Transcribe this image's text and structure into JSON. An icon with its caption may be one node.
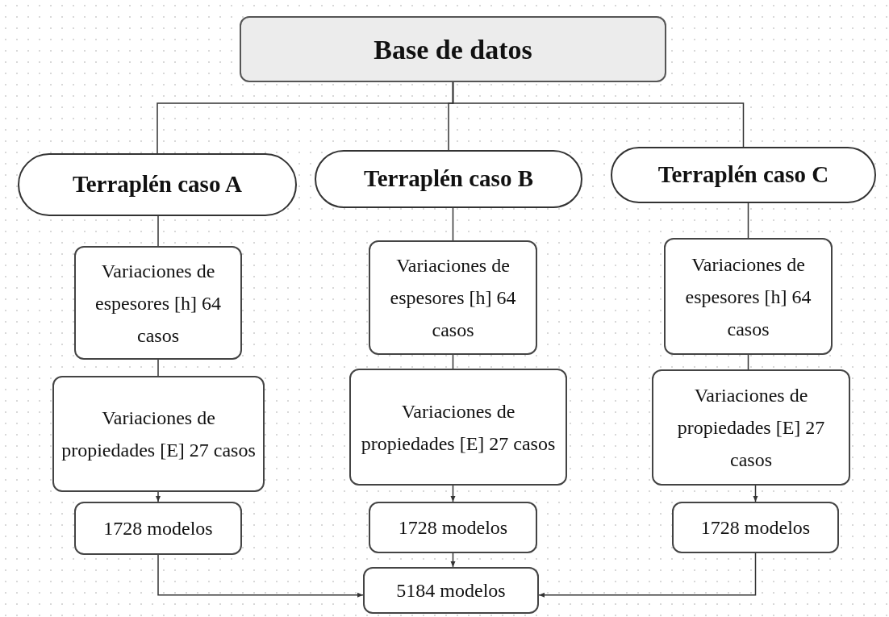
{
  "diagram": {
    "nodes": [
      {
        "text": [
          "Base de datos"
        ]
      },
      {
        "text": [
          "Terraplén caso A"
        ]
      },
      {
        "text": [
          "Terraplén caso B"
        ]
      },
      {
        "text": [
          "Terraplén caso C"
        ]
      },
      {
        "text": [
          "Variaciones de espesores [h] 64 casos"
        ]
      },
      {
        "text": [
          "Variaciones de propiedades [E] 27 casos"
        ]
      },
      {
        "text": [
          "1728 modelos"
        ]
      },
      {
        "text": [
          "Variaciones de espesores [h] 64 casos"
        ]
      },
      {
        "text": [
          "Variaciones de propiedades [E] 27 casos"
        ]
      },
      {
        "text": [
          "1728 modelos"
        ]
      },
      {
        "text": [
          "Variaciones de espesores [h] 64 casos"
        ]
      },
      {
        "text": [
          "Variaciones de propiedades [E] 27 casos"
        ]
      },
      {
        "text": [
          "1728 modelos"
        ]
      },
      {
        "text": [
          "5184 modelos"
        ]
      }
    ],
    "edges": [
      {
        "from": 0,
        "to": 1,
        "arrow": "none"
      },
      {
        "from": 0,
        "to": 2,
        "arrow": "none"
      },
      {
        "from": 0,
        "to": 3,
        "arrow": "none"
      },
      {
        "from": 1,
        "to": 4,
        "arrow": "none"
      },
      {
        "from": 4,
        "to": 5,
        "arrow": "none"
      },
      {
        "from": 5,
        "to": 6,
        "arrow": "to"
      },
      {
        "from": 2,
        "to": 7,
        "arrow": "none"
      },
      {
        "from": 7,
        "to": 8,
        "arrow": "none"
      },
      {
        "from": 8,
        "to": 9,
        "arrow": "to"
      },
      {
        "from": 3,
        "to": 10,
        "arrow": "none"
      },
      {
        "from": 10,
        "to": 11,
        "arrow": "none"
      },
      {
        "from": 11,
        "to": 12,
        "arrow": "to"
      },
      {
        "from": 6,
        "to": 13,
        "arrow": "to"
      },
      {
        "from": 9,
        "to": 13,
        "arrow": "to"
      },
      {
        "from": 12,
        "to": 13,
        "arrow": "to"
      }
    ]
  }
}
